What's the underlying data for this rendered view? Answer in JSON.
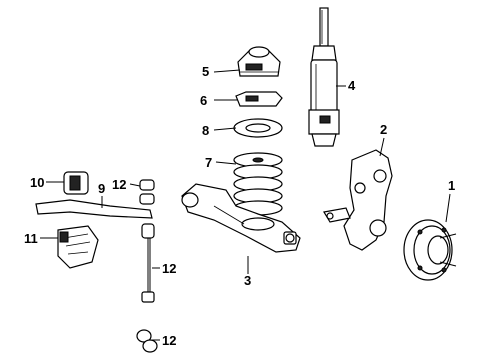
{
  "callouts": {
    "c1": "1",
    "c2": "2",
    "c3": "3",
    "c4": "4",
    "c5": "5",
    "c6": "6",
    "c7": "7",
    "c8": "8",
    "c9": "9",
    "c10": "10",
    "c11": "11",
    "c12a": "12",
    "c12b": "12",
    "c12c": "12"
  }
}
